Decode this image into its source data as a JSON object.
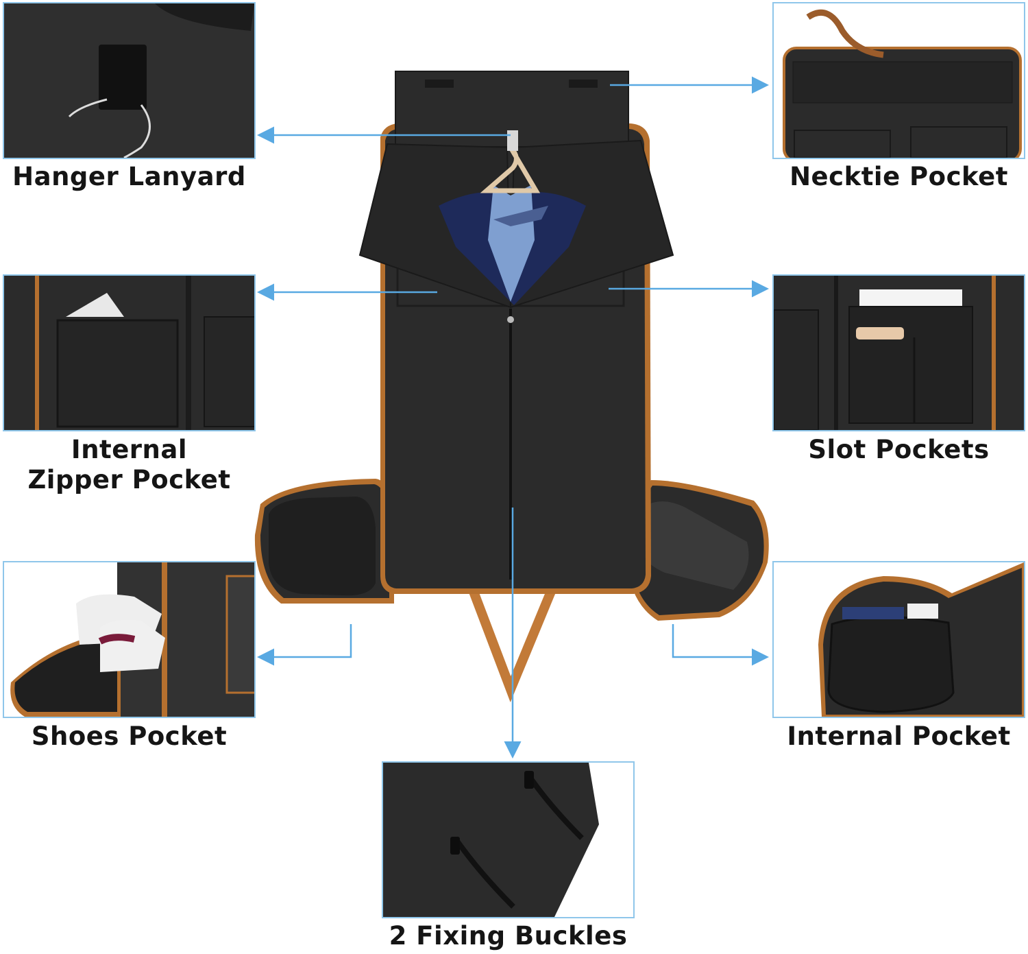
{
  "colors": {
    "accent_arrow": "#59a9e2",
    "panel_border": "#8fc6ea",
    "bag_black": "#2b2b2b",
    "bag_dark": "#1e1e1e",
    "trim_brown": "#b5702f",
    "label_text": "#151515"
  },
  "labels": {
    "hanger_lanyard": "Hanger Lanyard",
    "necktie_pocket": "Necktie Pocket",
    "internal_zipper_pocket_line1": "Internal",
    "internal_zipper_pocket_line2": "Zipper Pocket",
    "slot_pockets": "Slot Pockets",
    "shoes_pocket": "Shoes Pocket",
    "internal_pocket": "Internal Pocket",
    "fixing_buckles": "2 Fixing Buckles"
  },
  "icons": {
    "arrow": "arrow-icon",
    "hanger": "hanger-icon",
    "zipper": "zipper-pull-icon",
    "shoe": "sneaker-icon"
  }
}
